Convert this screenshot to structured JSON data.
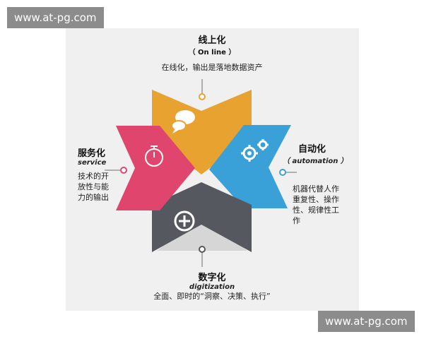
{
  "watermark_top": "www.at-pg.com",
  "watermark_bottom": "www.at-pg.com",
  "colors": {
    "online": "#e8a230",
    "automation": "#3aa0d8",
    "digitization": "#55595f",
    "service": "#e0456e"
  },
  "icons": {
    "online": "chat-bubbles-icon",
    "automation": "gears-icon",
    "digitization": "plus-circle-icon",
    "service": "stopwatch-icon"
  },
  "top": {
    "title": "线上化",
    "subtitle": "（ On line ）",
    "desc": "在线化，输出是落地数据资产"
  },
  "left": {
    "title": "服务化",
    "subtitle": "service",
    "desc": "技术的开放性与能力的输出"
  },
  "right": {
    "title": "自动化",
    "subtitle": "（ automation ）",
    "desc": "机器代替人作重复性、操作性、规律性工作"
  },
  "bottom": {
    "title": "数字化",
    "subtitle": "digitization",
    "desc": "全面、即时的“洞察、决策、执行”"
  }
}
